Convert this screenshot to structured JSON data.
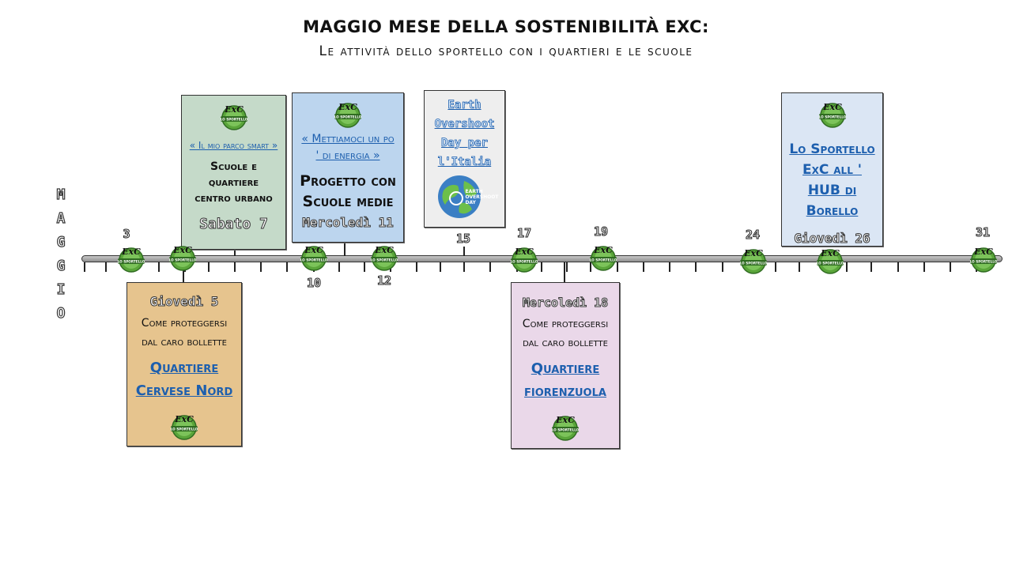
{
  "title": {
    "line1": "Maggio mese della SOSTENIBILITÀ ExC:",
    "line2": "Le attività dello sportello con i quartieri e le scuole"
  },
  "month_letters": [
    "M",
    "A",
    "G",
    "G",
    "I",
    "O"
  ],
  "day_labels": {
    "d3": "3",
    "d10": "10",
    "d12": "12",
    "d15": "15",
    "d17": "17",
    "d19": "19",
    "d24": "24",
    "d31": "31"
  },
  "badge": {
    "top_text": "ExC",
    "ribbon_text": "LO SPORTELLO"
  },
  "cards": {
    "parco": {
      "link": "« Il mio parco smart »",
      "body": "Scuole e quartiere centro urbano",
      "date": "Sabato 7",
      "color": "#c5dac9"
    },
    "energia": {
      "link": "« Mettiamoci un po ' di energia »",
      "body": "Progetto con Scuole medie",
      "date": "Mercoledì 11",
      "color": "#bcd5ee"
    },
    "overshoot": {
      "link": "Earth Overshoot Day per l'Italia",
      "logo_text": "EARTH OVERSHOOT DAY",
      "color": "#eeeeee"
    },
    "borello": {
      "link": "Lo Sportello ExC all ' HUB di Borello",
      "date": "Giovedì 26",
      "color": "#dbe6f4"
    },
    "cervese": {
      "date": "Giovedì 5",
      "body": "Come proteggersi dal caro bollette",
      "link": "Quartiere Cervese Nord",
      "color": "#e6c48e"
    },
    "fiorenzuola": {
      "date": "Mercoledì 18",
      "body": "Come proteggersi dal caro bollette",
      "link": "Quartiere fiorenzuola",
      "color": "#ead8e9"
    }
  },
  "colors": {
    "badge_green": "#5aa53a",
    "badge_dark": "#2f6b21",
    "link_blue": "#1d5fae",
    "axis": "#a9a9a9"
  }
}
